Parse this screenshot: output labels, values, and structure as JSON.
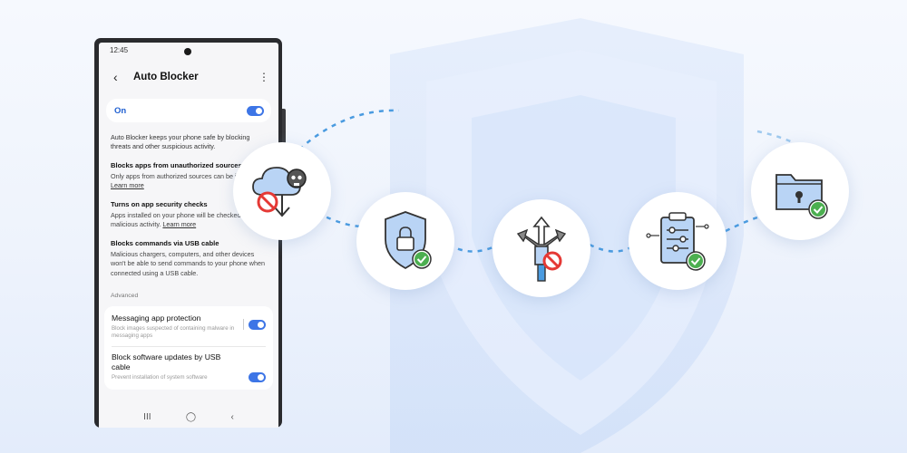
{
  "status_bar": {
    "time": "12:45"
  },
  "header": {
    "back_icon": "‹",
    "title": "Auto Blocker",
    "more_icon": "⋮"
  },
  "main_toggle": {
    "label": "On",
    "state": true
  },
  "description": "Auto Blocker keeps your phone safe by blocking threats and other suspicious activity.",
  "sections": [
    {
      "title": "Blocks apps from unauthorized sources",
      "body": "Only apps from authorized sources can be installed.",
      "link": "Learn more"
    },
    {
      "title": "Turns on app security checks",
      "body": "Apps installed on your phone will be checked for malicious activity.",
      "link": "Learn more"
    },
    {
      "title": "Blocks commands via USB cable",
      "body": "Malicious chargers, computers, and other devices won't be able to send commands to your phone when connected using a USB cable.",
      "link": ""
    }
  ],
  "advanced_label": "Advanced",
  "settings": [
    {
      "title": "Messaging app protection",
      "subtitle": "Block images suspected of containing malware in messaging apps",
      "state": true
    },
    {
      "title": "Block software updates by USB cable",
      "subtitle": "Prevent installation of system software",
      "state": true
    }
  ],
  "nav": {
    "recent": "III",
    "home": "◯",
    "back": "‹"
  },
  "feature_icons": [
    {
      "name": "blocked-cloud-download-icon"
    },
    {
      "name": "shield-lock-check-icon"
    },
    {
      "name": "usb-blocked-icon"
    },
    {
      "name": "clipboard-settings-check-icon"
    },
    {
      "name": "locked-folder-check-icon"
    }
  ],
  "colors": {
    "accent": "#3d75e6",
    "check_green": "#4caf50",
    "block_red": "#e53935",
    "icon_blue": "#b9d4f5"
  }
}
